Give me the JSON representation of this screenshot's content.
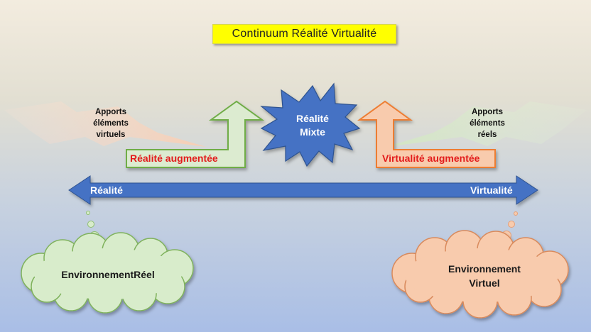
{
  "title": "Continuum Réalité Virtualité",
  "left_bolt_text": [
    "Apports",
    "éléments",
    "virtuels"
  ],
  "right_bolt_text": [
    "Apports",
    "éléments",
    "réels"
  ],
  "ar_label": "Réalité augmentée",
  "av_label": "Virtualité augmentée",
  "mixed_label": [
    "Réalité",
    "Mixte"
  ],
  "axis_left_label": "Réalité",
  "axis_right_label": "Virtualité",
  "real_env_label": "EnvironnementRéel",
  "virtual_env_label": [
    "Environnement",
    "Virtuel"
  ],
  "colors": {
    "axis": "#4472c4",
    "green_fill": "#dcebd0",
    "green_stroke": "#70ad47",
    "orange_fill": "#f8cbad",
    "orange_stroke": "#ed7d31",
    "red_text": "#e31b1b",
    "title_bg": "#ffff00"
  }
}
